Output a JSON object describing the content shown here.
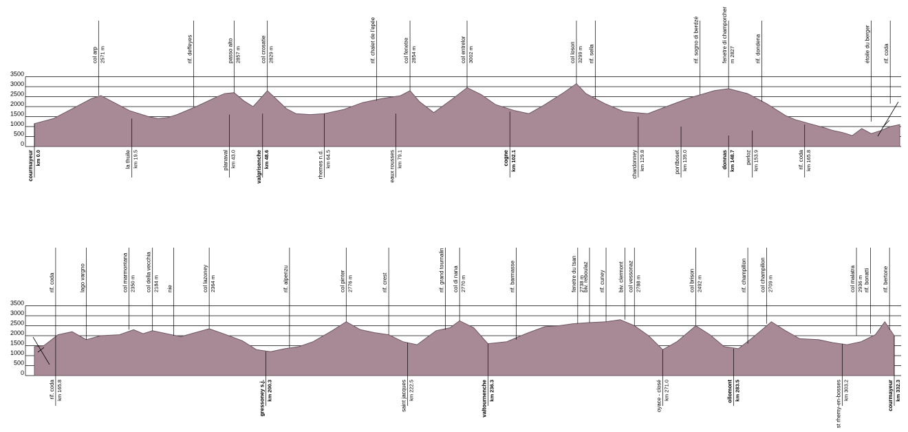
{
  "colors": {
    "fill": "#a88a96",
    "stroke": "#6b5560",
    "grid": "#000000"
  },
  "y_ticks": [
    0,
    500,
    1000,
    1500,
    2000,
    2500,
    3000,
    3500
  ],
  "chart_data": [
    {
      "type": "area",
      "xlim": [
        0,
        182
      ],
      "ylim": [
        0,
        3500
      ],
      "grid": true,
      "profile": [
        [
          0,
          1150
        ],
        [
          4,
          1400
        ],
        [
          8,
          1900
        ],
        [
          12,
          2400
        ],
        [
          14,
          2550
        ],
        [
          16,
          2300
        ],
        [
          20,
          1800
        ],
        [
          24,
          1500
        ],
        [
          26,
          1400
        ],
        [
          28,
          1450
        ],
        [
          30,
          1600
        ],
        [
          34,
          2000
        ],
        [
          38,
          2450
        ],
        [
          40,
          2650
        ],
        [
          42,
          2700
        ],
        [
          44,
          2300
        ],
        [
          46,
          2000
        ],
        [
          49,
          2800
        ],
        [
          51,
          2350
        ],
        [
          53,
          1900
        ],
        [
          55,
          1650
        ],
        [
          58,
          1600
        ],
        [
          61,
          1650
        ],
        [
          65,
          1850
        ],
        [
          69,
          2200
        ],
        [
          73,
          2400
        ],
        [
          77,
          2550
        ],
        [
          79,
          2800
        ],
        [
          81,
          2250
        ],
        [
          84,
          1700
        ],
        [
          88,
          2400
        ],
        [
          91,
          2950
        ],
        [
          94,
          2600
        ],
        [
          97,
          2100
        ],
        [
          101,
          1800
        ],
        [
          104,
          1650
        ],
        [
          107,
          2050
        ],
        [
          111,
          2650
        ],
        [
          114,
          3150
        ],
        [
          116,
          2650
        ],
        [
          120,
          2150
        ],
        [
          124,
          1750
        ],
        [
          129,
          1650
        ],
        [
          134,
          2100
        ],
        [
          138,
          2450
        ],
        [
          143,
          2800
        ],
        [
          146,
          2900
        ],
        [
          150,
          2650
        ],
        [
          154,
          2150
        ],
        [
          158,
          1550
        ],
        [
          160,
          1350
        ],
        [
          163,
          1150
        ],
        [
          166,
          950
        ],
        [
          168,
          800
        ],
        [
          170,
          700
        ],
        [
          172,
          550
        ],
        [
          174,
          900
        ],
        [
          176,
          650
        ],
        [
          178,
          800
        ],
        [
          180,
          1000
        ],
        [
          182,
          1100
        ]
      ],
      "annotations_top": [
        {
          "x": 13.5,
          "elev": 2550,
          "name": "col arp",
          "value": "2571 m"
        },
        {
          "x": 33.5,
          "elev": 2000,
          "name": "rif. deffeyes",
          "value": ""
        },
        {
          "x": 42,
          "elev": 2700,
          "name": "passo alto",
          "value": "2857 m"
        },
        {
          "x": 49,
          "elev": 2800,
          "name": "col crosatie",
          "value": "2829 m"
        },
        {
          "x": 72,
          "elev": 2300,
          "name": "rif. chalet de l'epée",
          "value": ""
        },
        {
          "x": 79,
          "elev": 2800,
          "name": "col fenetre",
          "value": "2854 m"
        },
        {
          "x": 91,
          "elev": 2950,
          "name": "col entrelor",
          "value": "3002 m"
        },
        {
          "x": 114,
          "elev": 3150,
          "name": "col loson",
          "value": "3299 m"
        },
        {
          "x": 118,
          "elev": 2400,
          "name": "rif. sella",
          "value": ""
        },
        {
          "x": 140,
          "elev": 2600,
          "name": "rif. sogno di berdzé",
          "value": ""
        },
        {
          "x": 146,
          "elev": 2900,
          "name": "fenetre di champorcher",
          "value": "m 2827"
        },
        {
          "x": 153,
          "elev": 2250,
          "name": "rif. dondena",
          "value": ""
        },
        {
          "x": 176,
          "elev": 1250,
          "name": "étoile du berger",
          "value": ""
        },
        {
          "x": 180,
          "elev": 2150,
          "name": "rif. coda",
          "value": ""
        }
      ],
      "annotations_bottom": [
        {
          "x": 0,
          "elev": 1150,
          "name": "courmayeur",
          "value": "km 0.0",
          "bold": true
        },
        {
          "x": 20.5,
          "elev": 1400,
          "name": "la thuile",
          "value": "km 19.5",
          "bold": false
        },
        {
          "x": 41,
          "elev": 1600,
          "name": "planaval",
          "value": "km 43.0",
          "bold": false
        },
        {
          "x": 48,
          "elev": 1650,
          "name": "valgrisenche",
          "value": "km 48.6",
          "bold": true
        },
        {
          "x": 61,
          "elev": 1650,
          "name": "rhemes n.d.",
          "value": "km 64.5",
          "bold": false
        },
        {
          "x": 76,
          "elev": 1650,
          "name": "eaux rousses",
          "value": "km 79.1",
          "bold": false
        },
        {
          "x": 100,
          "elev": 1750,
          "name": "cogne",
          "value": "km 102.1",
          "bold": true
        },
        {
          "x": 127,
          "elev": 1500,
          "name": "chardonney",
          "value": "km 129.8",
          "bold": false
        },
        {
          "x": 136,
          "elev": 1000,
          "name": "pontboset",
          "value": "km 139.0",
          "bold": false
        },
        {
          "x": 146,
          "elev": 550,
          "name": "donnas",
          "value": "km 148.7",
          "bold": true
        },
        {
          "x": 151,
          "elev": 800,
          "name": "perloz",
          "value": "km 153.9",
          "bold": false
        },
        {
          "x": 162,
          "elev": 1100,
          "name": "rif. coda",
          "value": "km 165.8",
          "bold": false
        }
      ]
    },
    {
      "type": "area",
      "xlim": [
        0,
        182
      ],
      "ylim": [
        0,
        3500
      ],
      "grid": true,
      "profile": [
        [
          0,
          1450
        ],
        [
          2,
          1500
        ],
        [
          5,
          2050
        ],
        [
          8,
          2200
        ],
        [
          11,
          1800
        ],
        [
          14,
          2000
        ],
        [
          18,
          2050
        ],
        [
          21,
          2300
        ],
        [
          23,
          2100
        ],
        [
          25,
          2250
        ],
        [
          28,
          2100
        ],
        [
          31,
          1950
        ],
        [
          34,
          2150
        ],
        [
          37,
          2350
        ],
        [
          40,
          2100
        ],
        [
          44,
          1750
        ],
        [
          47,
          1300
        ],
        [
          50,
          1200
        ],
        [
          53,
          1350
        ],
        [
          56,
          1450
        ],
        [
          59,
          1700
        ],
        [
          63,
          2250
        ],
        [
          66,
          2700
        ],
        [
          69,
          2300
        ],
        [
          72,
          2150
        ],
        [
          75,
          2050
        ],
        [
          78,
          1700
        ],
        [
          81,
          1550
        ],
        [
          85,
          2250
        ],
        [
          88,
          2400
        ],
        [
          90,
          2750
        ],
        [
          93,
          2400
        ],
        [
          96,
          1600
        ],
        [
          100,
          1700
        ],
        [
          104,
          2100
        ],
        [
          108,
          2450
        ],
        [
          111,
          2500
        ],
        [
          114,
          2600
        ],
        [
          117,
          2650
        ],
        [
          121,
          2700
        ],
        [
          124,
          2800
        ],
        [
          127,
          2500
        ],
        [
          130,
          2000
        ],
        [
          133,
          1300
        ],
        [
          136,
          1700
        ],
        [
          140,
          2500
        ],
        [
          143,
          2050
        ],
        [
          146,
          1450
        ],
        [
          149,
          1350
        ],
        [
          152,
          1900
        ],
        [
          156,
          2700
        ],
        [
          159,
          2250
        ],
        [
          162,
          1850
        ],
        [
          166,
          1800
        ],
        [
          169,
          1650
        ],
        [
          172,
          1550
        ],
        [
          175,
          1700
        ],
        [
          178,
          2050
        ],
        [
          180,
          2700
        ],
        [
          182,
          2000
        ]
      ],
      "annotations_top": [
        {
          "x": 4.5,
          "elev": 2200,
          "name": "rif. coda",
          "value": ""
        },
        {
          "x": 11,
          "elev": 1800,
          "name": "lago vargno",
          "value": ""
        },
        {
          "x": 20,
          "elev": 2300,
          "name": "col marmontana",
          "value": "2350 m"
        },
        {
          "x": 25,
          "elev": 2250,
          "name": "col della vecchia",
          "value": "2184 m"
        },
        {
          "x": 29.5,
          "elev": 2000,
          "name": "nie",
          "value": ""
        },
        {
          "x": 37,
          "elev": 2350,
          "name": "col lazoney",
          "value": "2364 m"
        },
        {
          "x": 54,
          "elev": 1400,
          "name": "rif. alpenzu",
          "value": ""
        },
        {
          "x": 66,
          "elev": 2700,
          "name": "col pinter",
          "value": "2776 m"
        },
        {
          "x": 75,
          "elev": 2050,
          "name": "rif. crest",
          "value": ""
        },
        {
          "x": 87,
          "elev": 2300,
          "name": "rif. grand tournalin",
          "value": ""
        },
        {
          "x": 90,
          "elev": 2750,
          "name": "col di nana",
          "value": "2770 m"
        },
        {
          "x": 102,
          "elev": 1800,
          "name": "rif. barmasse",
          "value": ""
        },
        {
          "x": 115,
          "elev": 2600,
          "name": "fenetre du tsan",
          "value": "2738 m"
        },
        {
          "x": 117.5,
          "elev": 2650,
          "name": "biv. reboulaz",
          "value": ""
        },
        {
          "x": 121,
          "elev": 2700,
          "name": "rif. cuney",
          "value": ""
        },
        {
          "x": 125,
          "elev": 2800,
          "name": "biv. clermont",
          "value": ""
        },
        {
          "x": 127,
          "elev": 2500,
          "name": "col vessonaz",
          "value": "2788 m"
        },
        {
          "x": 140,
          "elev": 2500,
          "name": "col brison",
          "value": "2492 m"
        },
        {
          "x": 151,
          "elev": 1600,
          "name": "rif. champillon",
          "value": ""
        },
        {
          "x": 155,
          "elev": 2600,
          "name": "col champillon",
          "value": "2709 m"
        },
        {
          "x": 174,
          "elev": 2000,
          "name": "col malatra",
          "value": "2936 m"
        },
        {
          "x": 177,
          "elev": 2100,
          "name": "rif. bonatti",
          "value": ""
        },
        {
          "x": 181,
          "elev": 2300,
          "name": "rif. bertone",
          "value": ""
        }
      ],
      "annotations_bottom": [
        {
          "x": 4.5,
          "elev": 2200,
          "name": "rif. coda",
          "value": "km 165.8",
          "bold": false
        },
        {
          "x": 49,
          "elev": 1200,
          "name": "gressoney s.j.",
          "value": "km 200.3",
          "bold": true
        },
        {
          "x": 79,
          "elev": 1650,
          "name": "saint jacques",
          "value": "km 222.5",
          "bold": false
        },
        {
          "x": 96,
          "elev": 1600,
          "name": "valtournenche",
          "value": "km 236.3",
          "bold": true
        },
        {
          "x": 133,
          "elev": 1300,
          "name": "oyace - closé",
          "value": "km 271.0",
          "bold": false
        },
        {
          "x": 148,
          "elev": 1350,
          "name": "ollomont",
          "value": "km 283.5",
          "bold": true
        },
        {
          "x": 171,
          "elev": 1600,
          "name": "st rhemy-en-bosses",
          "value": "km 303.2",
          "bold": false
        },
        {
          "x": 182,
          "elev": 2000,
          "name": "courmayeur",
          "value": "km 332.3",
          "bold": true
        }
      ]
    }
  ]
}
